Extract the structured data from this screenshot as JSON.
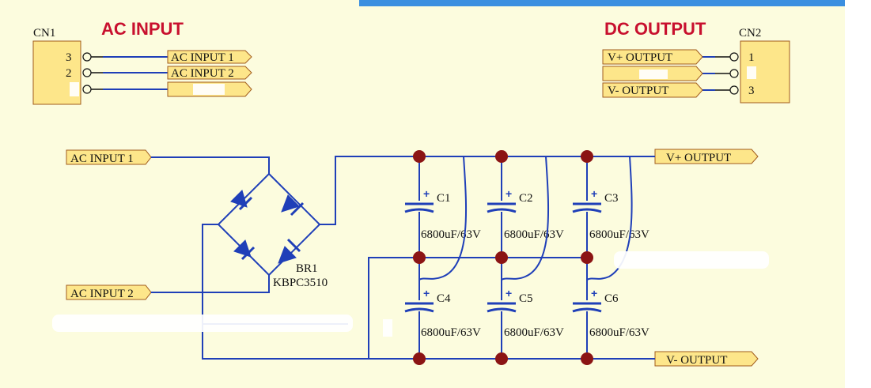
{
  "cn1": {
    "designator": "CN1",
    "title": "AC INPUT",
    "pins": [
      "3",
      "2",
      ""
    ],
    "ports": [
      "AC INPUT 1",
      "AC INPUT 2",
      ""
    ]
  },
  "cn2": {
    "designator": "CN2",
    "title": "DC OUTPUT",
    "pins": [
      "1",
      "",
      "3"
    ],
    "ports": [
      "V+ OUTPUT",
      "",
      "V- OUTPUT"
    ]
  },
  "main": {
    "ac_in_1": "AC INPUT 1",
    "ac_in_2": "AC INPUT 2",
    "v_plus": "V+ OUTPUT",
    "v_minus": "V- OUTPUT",
    "bridge": {
      "designator": "BR1",
      "part": "KBPC3510"
    },
    "capacitors": [
      {
        "designator": "C1",
        "value": "6800uF/63V"
      },
      {
        "designator": "C2",
        "value": "6800uF/63V"
      },
      {
        "designator": "C3",
        "value": "6800uF/63V"
      },
      {
        "designator": "C4",
        "value": "6800uF/63V"
      },
      {
        "designator": "C5",
        "value": "6800uF/63V"
      },
      {
        "designator": "C6",
        "value": "6800uF/63V"
      }
    ],
    "plus_sign": "+"
  },
  "colors": {
    "wire": "#1f3fb8",
    "title": "#c8102e",
    "junction": "#8b1414",
    "port_fill": "#fde68a",
    "sheet": "#fcfcde"
  }
}
